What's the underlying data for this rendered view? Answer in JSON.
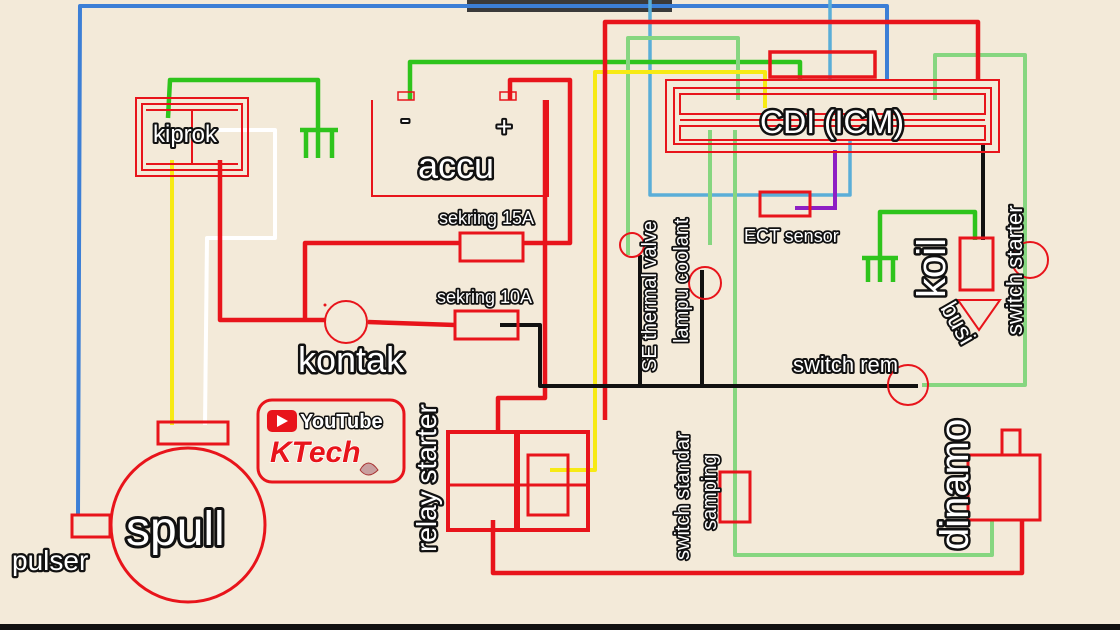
{
  "labels": {
    "kiprok": "kiprok",
    "accu": "accu",
    "accu_minus": "-",
    "accu_plus": "+",
    "cdi": "CDI (ICM)",
    "ect_sensor": "ECT sensor",
    "sekring_15a": "sekring 15A",
    "sekring_10a": "sekring 10A",
    "kontak": "kontak",
    "spull": "spull",
    "pulser": "pulser",
    "relay_starter": "relay starter",
    "se_thermal_valve": "SE thermal valve",
    "lampu_coolant": "lampu coolant",
    "switch_standar_samping_1": "switch standar",
    "switch_standar_samping_2": "samping",
    "switch_rem": "switch rem",
    "koil": "koil",
    "busi": "busi",
    "switch_starter": "switch starter",
    "dinamo": "dinamo"
  },
  "logo": {
    "youtube": "YouTube",
    "brand": "KTech"
  },
  "colors": {
    "background": "#f3ead9",
    "wire_red": "#e8141b",
    "wire_green": "#2ec41c",
    "wire_light_green": "#86d680",
    "wire_yellow": "#f7ea14",
    "wire_blue": "#3c7fd6",
    "wire_light_blue": "#5aaed8",
    "wire_black": "#111111",
    "wire_white": "#ffffff",
    "wire_purple": "#8e1fc4"
  }
}
